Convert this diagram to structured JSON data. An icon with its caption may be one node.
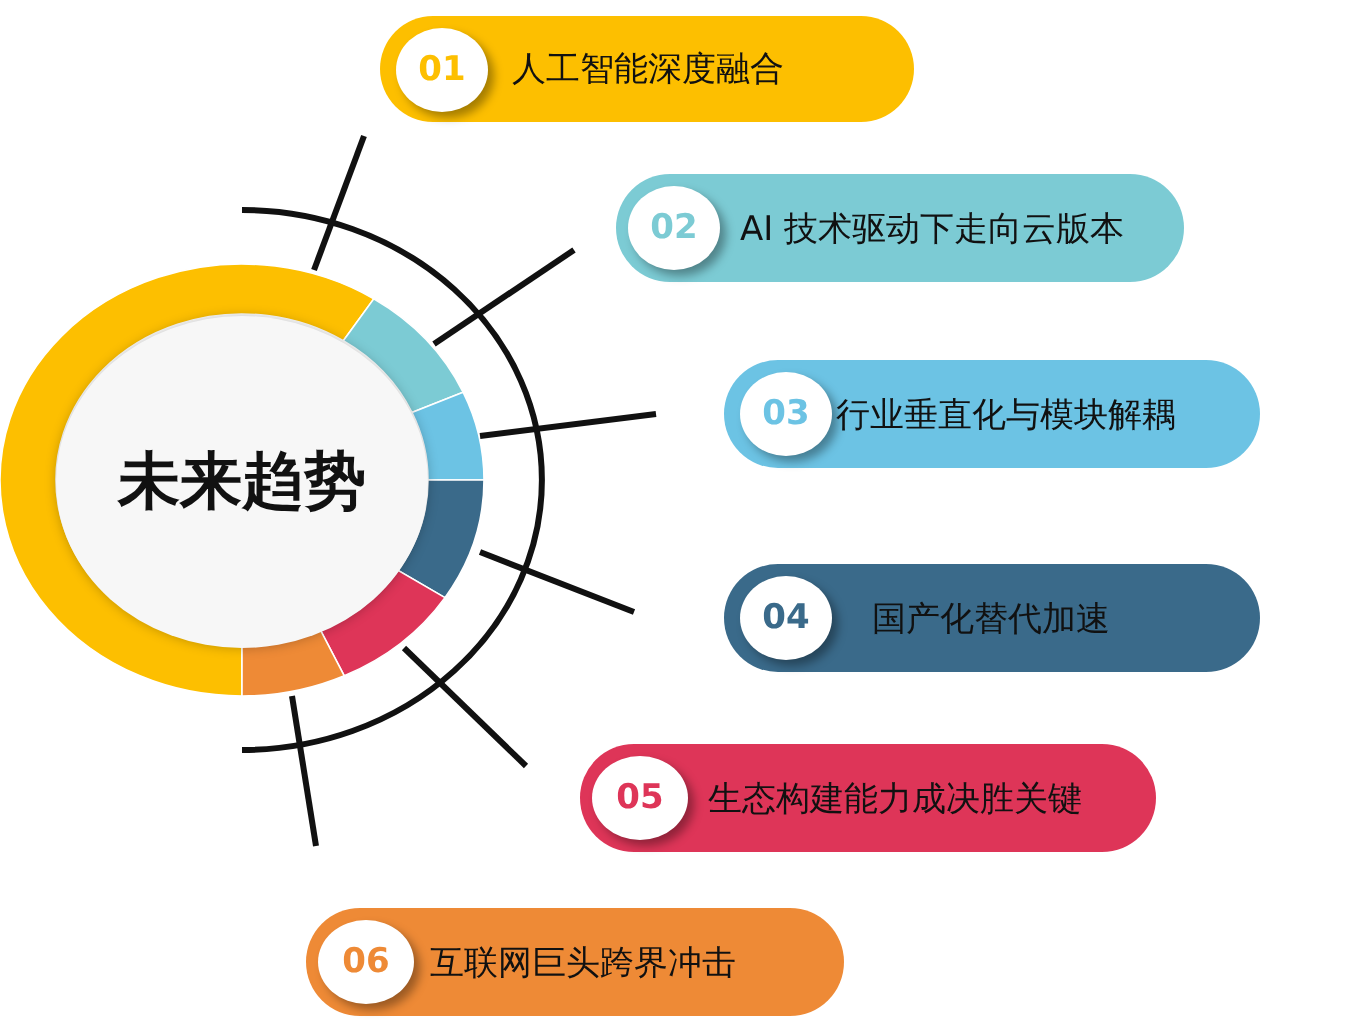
{
  "diagram": {
    "nodes": [
      {
        "text": [
          "未来趋势"
        ]
      },
      {
        "text": [
          "人工智能深度融合"
        ]
      },
      {
        "text": [
          "01"
        ],
        "in": 1
      },
      {
        "text": [
          "AI 技术驱动下走向云版本"
        ]
      },
      {
        "text": [
          "02"
        ],
        "in": 3
      },
      {
        "text": [
          "行业垂直化与模块解耦"
        ]
      },
      {
        "text": [
          "03"
        ],
        "in": 5
      },
      {
        "text": [
          "国产化替代加速"
        ]
      },
      {
        "text": [
          "04"
        ],
        "in": 7
      },
      {
        "text": [
          "生态构建能力成决胜关键"
        ]
      },
      {
        "text": [
          "05"
        ],
        "in": 9
      },
      {
        "text": [
          "互联网巨头跨界冲击"
        ]
      },
      {
        "text": [
          "06"
        ],
        "in": 11
      }
    ]
  }
}
